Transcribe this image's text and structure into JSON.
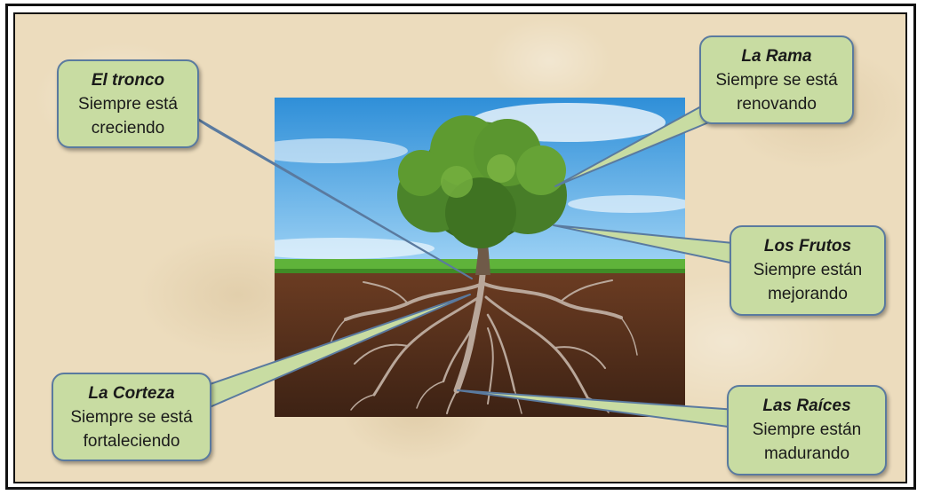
{
  "tree_parts": {
    "tronco": {
      "title": "El tronco",
      "line1": "Siempre está",
      "line2": "creciendo"
    },
    "rama": {
      "title": "La Rama",
      "line1": "Siempre se está",
      "line2": "renovando"
    },
    "frutos": {
      "title": "Los Frutos",
      "line1": "Siempre están",
      "line2": "mejorando"
    },
    "corteza": {
      "title": "La Corteza",
      "line1": "Siempre se está",
      "line2": "fortaleciendo"
    },
    "raices": {
      "title": "Las Raíces",
      "line1": "Siempre están",
      "line2": "madurando"
    }
  },
  "colors": {
    "background": "#ecdcbd",
    "callout_fill": "#c8dca2",
    "callout_border": "#5a7a9f",
    "sky": "#4aa7e4",
    "grass": "#5fb33a",
    "soil": "#5a3320",
    "foliage": "#4e8a2a",
    "roots": "#b9a79a"
  }
}
